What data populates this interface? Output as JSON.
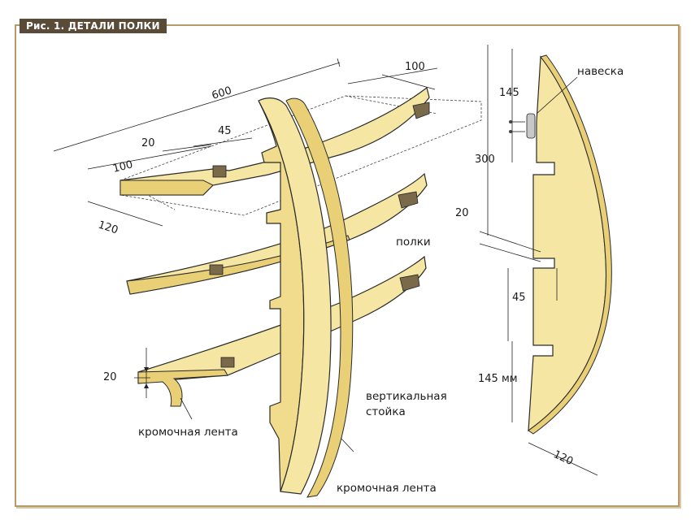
{
  "figure": {
    "caption": "Рис. 1. ДЕТАЛИ ПОЛКИ",
    "colors": {
      "wood": "#f5e6a3",
      "edge_band": "#e9cf76",
      "caption_bg": "#5a4a38",
      "frame": "#b59a6a"
    }
  },
  "labels": {
    "polki": "полки",
    "vert_line1": "вертикальная",
    "vert_line2": "стойка",
    "edge_tape_left": "кромочная лента",
    "edge_tape_bottom": "кромочная лента",
    "naveska": "навеска"
  },
  "dimensions": {
    "shelf_length": "600",
    "end_width": "100",
    "notch_width": "45",
    "notch_depth": "20",
    "left_depth": "100",
    "shelf_depth": "120",
    "thickness": "20",
    "side_top": "145",
    "side_total": "300",
    "side_gap": "20",
    "side_notch": "45",
    "side_bottom": "145 мм",
    "side_width": "120"
  }
}
